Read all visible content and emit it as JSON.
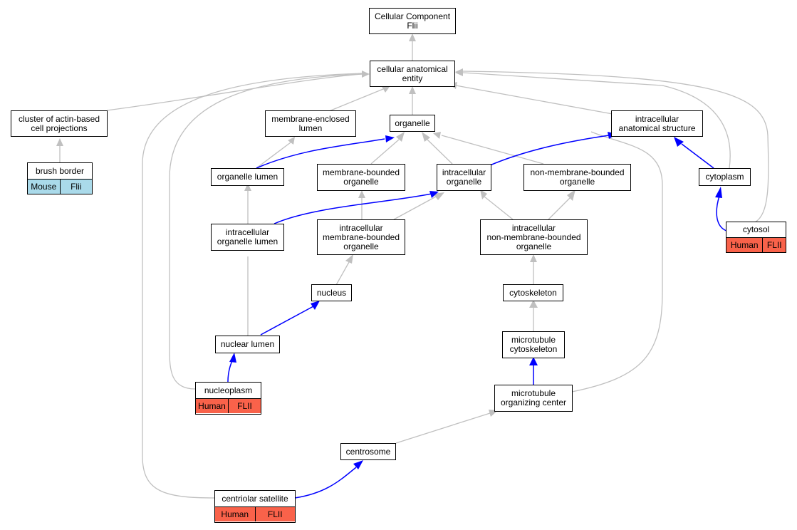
{
  "colors": {
    "gray_edge": "#c0c0c0",
    "blue_edge": "#0000ff",
    "human": "#f9624a",
    "mouse": "#aadaea"
  },
  "nodes": {
    "root": "Cellular Component\nFlii",
    "cae": "cellular anatomical\nentity",
    "cluster": "cluster of actin-based\ncell projections",
    "mel": "membrane-enclosed\nlumen",
    "organelle": "organelle",
    "ias": "intracellular\nanatomical structure",
    "olumen": "organelle lumen",
    "mbo": "membrane-bounded\norganelle",
    "io": "intracellular\norganelle",
    "nmbo": "non-membrane-bounded\norganelle",
    "cytoplasm": "cytoplasm",
    "iol": "intracellular\norganelle lumen",
    "imbo": "intracellular\nmembrane-bounded\norganelle",
    "inmbo": "intracellular\nnon-membrane-bounded\norganelle",
    "nucleus": "nucleus",
    "cytoskeleton": "cytoskeleton",
    "nlumen": "nuclear lumen",
    "mtcyto": "microtubule\ncytoskeleton",
    "mtoc": "microtubule\norganizing center",
    "centrosome": "centrosome"
  },
  "gene_nodes": {
    "brush": {
      "label": "brush border",
      "species": "Mouse",
      "gene": "Flii"
    },
    "cytosol": {
      "label": "cytosol",
      "species": "Human",
      "gene": "FLII"
    },
    "nucleoplasm": {
      "label": "nucleoplasm",
      "species": "Human",
      "gene": "FLII"
    },
    "centriolar": {
      "label": "centriolar satellite",
      "species": "Human",
      "gene": "FLII"
    }
  }
}
